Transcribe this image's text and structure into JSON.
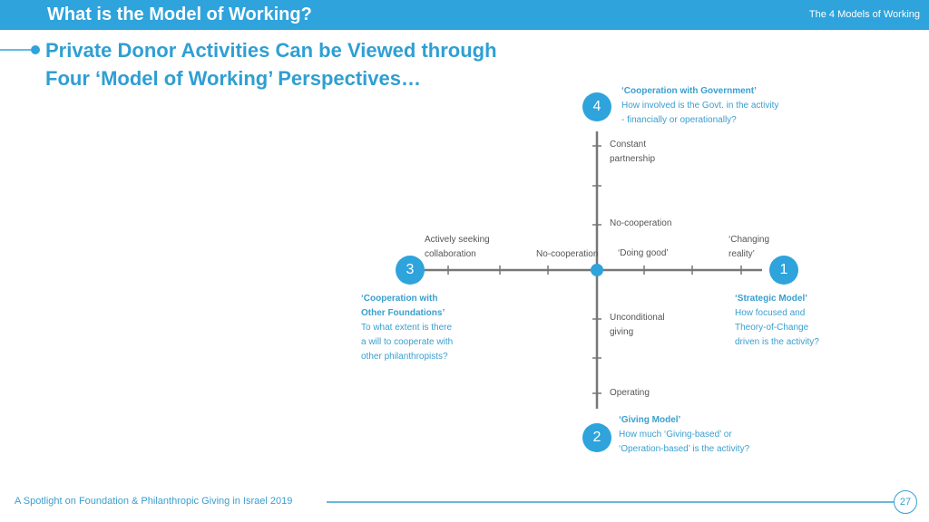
{
  "header": {
    "title": "What is the Model of Working?",
    "section": "The 4 Models of Working"
  },
  "heading": {
    "line1": "Private Donor Activities Can be Viewed through",
    "line2": "Four ‘Model of Working’ Perspectives…"
  },
  "models": {
    "m1": {
      "number": "1",
      "title": "‘Strategic Model’",
      "desc1": "How focused  and",
      "desc2": "Theory-of-Change",
      "desc3": "driven is the activity?"
    },
    "m2": {
      "number": "2",
      "title": "‘Giving Model’",
      "desc1": "How much ‘Giving-based’ or",
      "desc2": "‘Operation-based’ is the activity?"
    },
    "m3": {
      "number": "3",
      "title1": "‘Cooperation with",
      "title2": "Other Foundations’",
      "desc1": "To what extent is there",
      "desc2": "a will to cooperate with",
      "desc3": "other philanthropists?"
    },
    "m4": {
      "number": "4",
      "title": "‘Cooperation with Government’",
      "desc1": "How involved is the Govt. in the activity",
      "desc2": "- financially or operationally?"
    }
  },
  "axis_labels": {
    "top1": "Constant",
    "top2": "partnership",
    "top_center": "No-cooperation",
    "left1": "Actively seeking",
    "left2": "collaboration",
    "left_center": "No-cooperation",
    "right_center": "‘Doing good’",
    "right1": "‘Changing",
    "right2": "reality’",
    "bottom_center1": "Unconditional",
    "bottom_center2": "giving",
    "bottom": "Operating"
  },
  "footer": {
    "text": "A Spotlight on Foundation & Philanthropic Giving in Israel 2019",
    "page": "27"
  },
  "colors": {
    "accent": "#2ea3dc",
    "axis": "#777777"
  }
}
